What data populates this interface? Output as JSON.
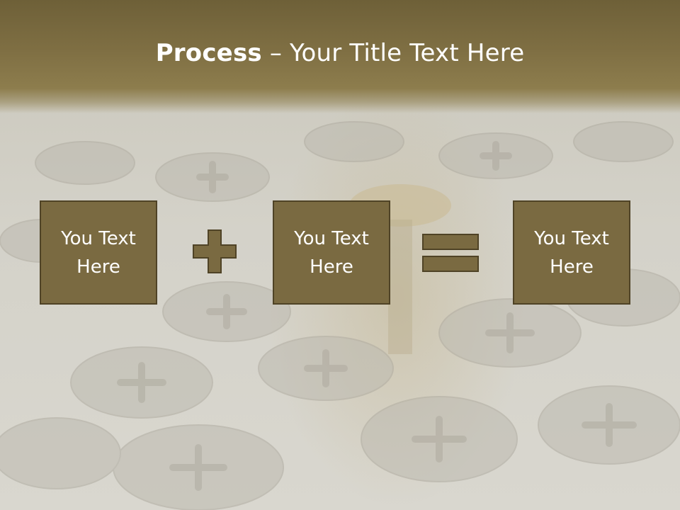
{
  "slide": {
    "title_bold": "Process",
    "title_rest": " – Your Title Text Here",
    "boxes": [
      {
        "line1": "You Text",
        "line2": "Here"
      },
      {
        "line1": "You Text",
        "line2": "Here"
      },
      {
        "line1": "You Text",
        "line2": "Here"
      }
    ],
    "operators": [
      "plus-icon",
      "equals-icon"
    ]
  },
  "colors": {
    "title_band": "#7f6f43",
    "box_fill": "#7a6a41",
    "box_border": "#4f4326",
    "text": "#ffffff",
    "background": "#d4d2c9"
  }
}
